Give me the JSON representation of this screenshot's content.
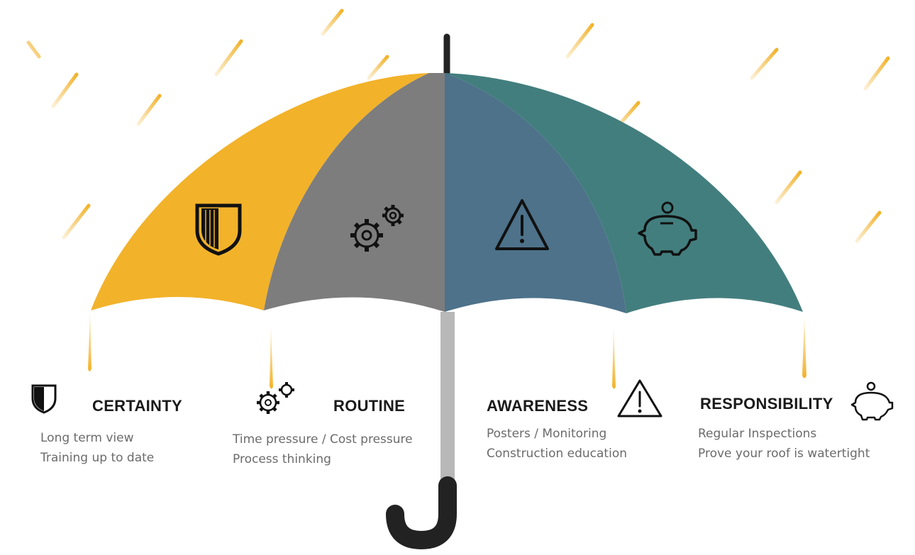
{
  "colors": {
    "canopy_yellow": "#F2B22A",
    "canopy_gray": "#7D7D7D",
    "canopy_blue": "#4D728A",
    "canopy_teal": "#437E7E",
    "shaft": "#B8B8B8",
    "handle": "#222222",
    "rain": "#F2B22A",
    "icon": "#111111"
  },
  "pillars": [
    {
      "title": "CERTAINTY",
      "icon": "shield-icon",
      "lines": [
        "Long term view",
        "Training up to date"
      ]
    },
    {
      "title": "ROUTINE",
      "icon": "gears-icon",
      "lines": [
        "Time pressure / Cost pressure",
        "Process thinking"
      ]
    },
    {
      "title": "AWARENESS",
      "icon": "warning-icon",
      "lines": [
        "Posters / Monitoring",
        "Construction education"
      ]
    },
    {
      "title": "RESPONSIBILITY",
      "icon": "piggy-bank-icon",
      "lines": [
        "Regular Inspections",
        "Prove your roof is watertight"
      ]
    }
  ]
}
